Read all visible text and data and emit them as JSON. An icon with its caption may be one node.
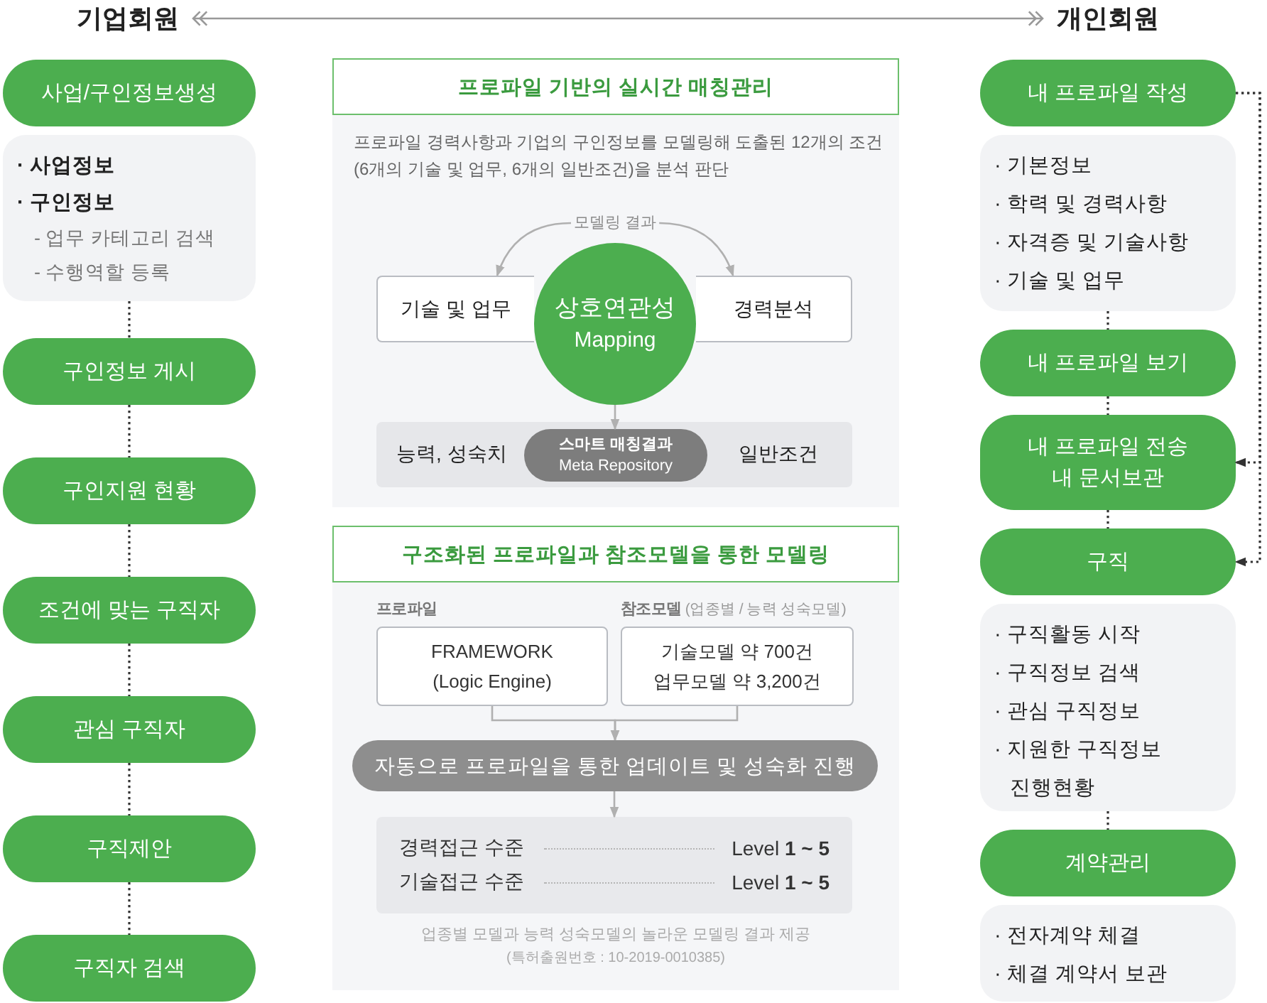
{
  "diagram": {
    "nodes": [
      {
        "text": [
          "기업회원"
        ]
      },
      {
        "text": [
          "개인회원"
        ]
      },
      {
        "text": [
          "사업/구인정보생성"
        ]
      },
      {
        "text": [
          "· 사업정보",
          "· 구인정보",
          "- 업무 카테고리 검색",
          "- 수행역할 등록"
        ]
      },
      {
        "text": [
          "구인정보 게시"
        ]
      },
      {
        "text": [
          "구인지원 현황"
        ]
      },
      {
        "text": [
          "조건에 맞는 구직자"
        ]
      },
      {
        "text": [
          "관심 구직자"
        ]
      },
      {
        "text": [
          "구직제안"
        ]
      },
      {
        "text": [
          "구직자 검색"
        ]
      },
      {
        "text": [
          "프로파일 기반의 실시간 매칭관리",
          "프로파일 경력사항과 기업의 구인정보를 모델링해 도출된 12개의 조건 (6개의 기술 및 업무, 6개의 일반조건)을 분석 판단"
        ]
      },
      {
        "text": [
          "모델링 결과"
        ],
        "in": 10
      },
      {
        "text": [
          "기술 및 업무"
        ],
        "in": 10
      },
      {
        "text": [
          "상호연관성",
          "Mapping"
        ],
        "in": 10
      },
      {
        "text": [
          "경력분석"
        ],
        "in": 10
      },
      {
        "text": [
          "능력, 성숙치",
          "일반조건"
        ],
        "in": 10
      },
      {
        "text": [
          "스마트 매칭결과",
          "Meta Repository"
        ],
        "in": 15
      },
      {
        "text": [
          "구조화된 프로파일과 참조모델을 통한 모델링",
          "업종별 모델과 능력 성숙모델의 놀라운 모델링 결과 제공",
          "(특허출원번호 : 10-2019-0010385)"
        ]
      },
      {
        "text": [
          "프로파일",
          "FRAMEWORK (Logic Engine)"
        ],
        "in": 17
      },
      {
        "text": [
          "**참조모델** (업종별 / 능력 성숙모델)",
          "기술모델 약 700건",
          "업무모델 약 3,200건"
        ],
        "in": 17
      },
      {
        "text": [
          "자동으로 프로파일을 통한 업데이트 및 성숙화 진행"
        ],
        "in": 17
      },
      {
        "text": [
          "경력접근 수준",
          "Level **1 ~ 5**",
          "기술접근 수준",
          "Level **1 ~ 5**"
        ],
        "in": 17
      },
      {
        "text": [
          "내 프로파일 작성"
        ]
      },
      {
        "text": [
          "· 기본정보",
          "· 학력 및 경력사항",
          "· 자격증 및 기술사항",
          "· 기술 및 업무"
        ]
      },
      {
        "text": [
          "내 프로파일 보기"
        ]
      },
      {
        "text": [
          "내 프로파일 전송",
          "내 문서보관"
        ]
      },
      {
        "text": [
          "구직"
        ]
      },
      {
        "text": [
          "· 구직활동 시작",
          "· 구직정보 검색",
          "· 관심 구직정보",
          "· 지원한 구직정보 진행현황"
        ]
      },
      {
        "text": [
          "계약관리"
        ]
      },
      {
        "text": [
          "· 전자계약 체결",
          "· 체결 계약서 보관"
        ]
      }
    ],
    "edges": [
      {
        "from": 0,
        "to": 1,
        "arrow": "both",
        "color": "#999999"
      },
      {
        "from": 3,
        "to": 4,
        "arrow": "none",
        "style": "dashed"
      },
      {
        "from": 4,
        "to": 5,
        "arrow": "none",
        "style": "dashed"
      },
      {
        "from": 5,
        "to": 6,
        "arrow": "none",
        "style": "dashed"
      },
      {
        "from": 6,
        "to": 7,
        "arrow": "none",
        "style": "dashed"
      },
      {
        "from": 7,
        "to": 8,
        "arrow": "none",
        "style": "dashed"
      },
      {
        "from": 8,
        "to": 9,
        "arrow": "none",
        "style": "dashed"
      },
      {
        "from": 11,
        "to": 12,
        "arrow": "to",
        "color": "#b0b0b0"
      },
      {
        "from": 11,
        "to": 14,
        "arrow": "to",
        "color": "#b0b0b0"
      },
      {
        "from": 13,
        "to": 16,
        "arrow": "to",
        "color": "#b0b0b0"
      },
      {
        "from": 18,
        "to": 20,
        "arrow": "to",
        "color": "#b0b0b0"
      },
      {
        "from": 19,
        "to": 20,
        "arrow": "to",
        "color": "#b0b0b0"
      },
      {
        "from": 20,
        "to": 21,
        "arrow": "to",
        "color": "#b0b0b0"
      },
      {
        "from": 23,
        "to": 24,
        "arrow": "none",
        "style": "dashed"
      },
      {
        "from": 24,
        "to": 25,
        "arrow": "none",
        "style": "dashed"
      },
      {
        "from": 25,
        "to": 26,
        "arrow": "none",
        "style": "dashed"
      },
      {
        "from": 27,
        "to": 28,
        "arrow": "none",
        "style": "dashed"
      },
      {
        "from": 22,
        "to": 25,
        "arrow": "to",
        "style": "dashed"
      },
      {
        "from": 22,
        "to": 26,
        "arrow": "to",
        "style": "dashed"
      }
    ]
  }
}
